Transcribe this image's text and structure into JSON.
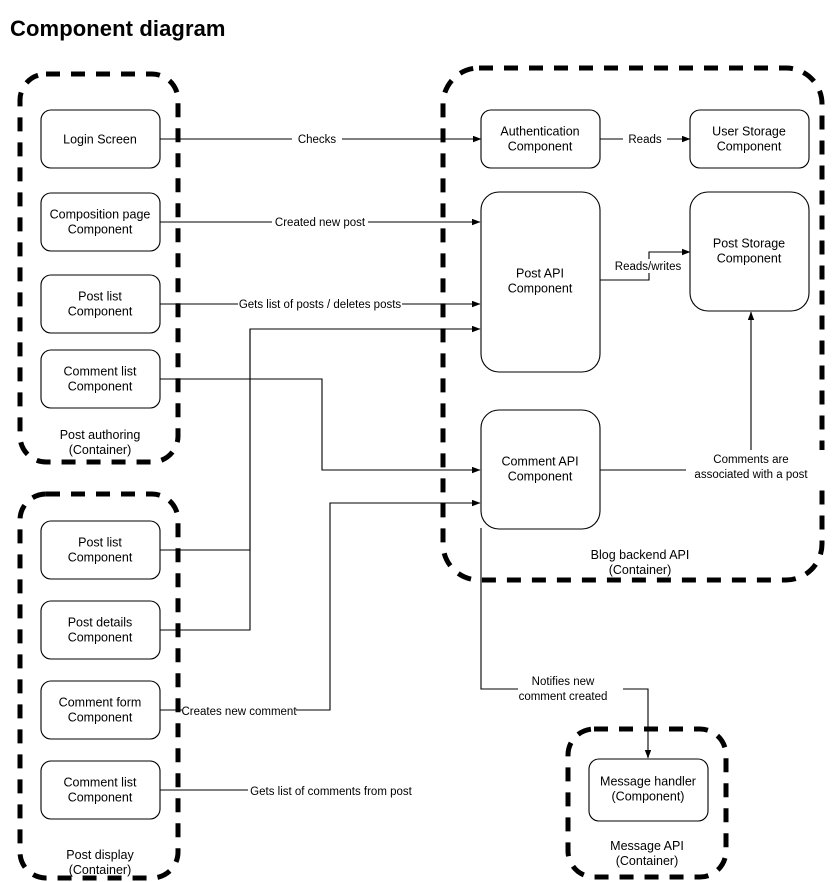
{
  "page": {
    "title": "Component diagram",
    "background_color": "#ffffff",
    "stroke_color": "#000000"
  },
  "containers": [
    {
      "id": "post-authoring",
      "name": "Post authoring",
      "type": "(Container)",
      "label_line1": "Post authoring",
      "label_line2": "(Container)"
    },
    {
      "id": "post-display",
      "name": "Post display",
      "type": "(Container)",
      "label_line1": "Post display",
      "label_line2": "(Container)"
    },
    {
      "id": "blog-backend-api",
      "name": "Blog backend API",
      "type": "(Container)",
      "label_line1": "Blog backend API",
      "label_line2": "(Container)"
    },
    {
      "id": "message-api",
      "name": "Message API",
      "type": "(Container)",
      "label_line1": "Message API",
      "label_line2": "(Container)"
    }
  ],
  "components": [
    {
      "id": "login-screen",
      "container": "post-authoring",
      "line1": "Login Screen",
      "line2": ""
    },
    {
      "id": "composition-page-component",
      "container": "post-authoring",
      "line1": "Composition page",
      "line2": "Component"
    },
    {
      "id": "post-list-component-authoring",
      "container": "post-authoring",
      "line1": "Post list",
      "line2": "Component"
    },
    {
      "id": "comment-list-component-authoring",
      "container": "post-authoring",
      "line1": "Comment list",
      "line2": "Component"
    },
    {
      "id": "post-list-component-display",
      "container": "post-display",
      "line1": "Post list",
      "line2": "Component"
    },
    {
      "id": "post-details-component",
      "container": "post-display",
      "line1": "Post details",
      "line2": "Component"
    },
    {
      "id": "comment-form-component",
      "container": "post-display",
      "line1": "Comment form",
      "line2": "Component"
    },
    {
      "id": "comment-list-component-display",
      "container": "post-display",
      "line1": "Comment list",
      "line2": "Component"
    },
    {
      "id": "authentication-component",
      "container": "blog-backend-api",
      "line1": "Authentication",
      "line2": "Component"
    },
    {
      "id": "user-storage-component",
      "container": "blog-backend-api",
      "line1": "User Storage",
      "line2": "Component"
    },
    {
      "id": "post-api-component",
      "container": "blog-backend-api",
      "line1": "Post API",
      "line2": "Component"
    },
    {
      "id": "post-storage-component",
      "container": "blog-backend-api",
      "line1": "Post Storage",
      "line2": "Component"
    },
    {
      "id": "comment-api-component",
      "container": "blog-backend-api",
      "line1": "Comment API",
      "line2": "Component"
    },
    {
      "id": "message-handler-component",
      "container": "message-api",
      "line1": "Message handler",
      "line2": "(Component)"
    }
  ],
  "edges": [
    {
      "id": "checks",
      "from": "login-screen",
      "to": "authentication-component",
      "label": "Checks"
    },
    {
      "id": "created-new-post",
      "from": "composition-page-component",
      "to": "post-api-component",
      "label": "Created new post"
    },
    {
      "id": "gets-list-of-posts-deletes-posts",
      "from": "post-list-component-authoring",
      "to": "post-api-component",
      "label": "Gets list of posts / deletes posts"
    },
    {
      "id": "reads",
      "from": "authentication-component",
      "to": "user-storage-component",
      "label": "Reads"
    },
    {
      "id": "reads-writes",
      "from": "post-api-component",
      "to": "post-storage-component",
      "label": "Reads/writes"
    },
    {
      "id": "comments-associated-with-post",
      "from": "comment-api-component",
      "to": "post-storage-component",
      "label_line1": "Comments are",
      "label_line2": "associated with a post"
    },
    {
      "id": "creates-new-comment",
      "from": "comment-form-component",
      "to": "comment-api-component",
      "label": "Creates new comment"
    },
    {
      "id": "gets-list-of-comments-from-post",
      "from": "comment-list-component-display",
      "to": "comment-api-component",
      "label": "Gets list of comments from post"
    },
    {
      "id": "notifies-new-comment-created",
      "from": "comment-api-component",
      "to": "message-handler-component",
      "label_line1": "Notifies new",
      "label_line2": "comment created"
    },
    {
      "id": "comment-list-authoring-to-comment-api",
      "from": "comment-list-component-authoring",
      "to": "comment-api-component",
      "label": ""
    },
    {
      "id": "post-list-display-to-post-api",
      "from": "post-list-component-display",
      "to": "post-api-component",
      "label": ""
    },
    {
      "id": "post-details-to-post-api",
      "from": "post-details-component",
      "to": "post-api-component",
      "label": ""
    }
  ]
}
